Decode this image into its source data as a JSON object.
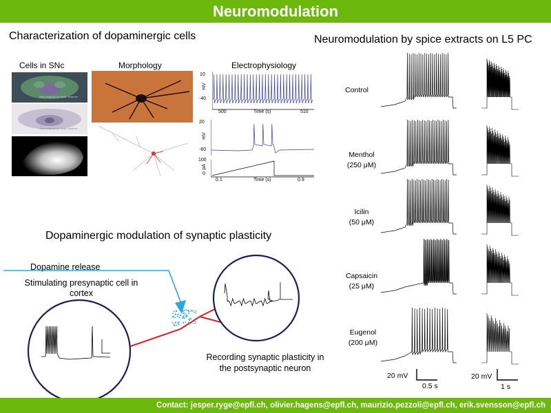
{
  "banner": {
    "title": "Neuromodulation",
    "color": "#6cb80c"
  },
  "footer": {
    "contact": "Contact: jesper.ryge@epfl.ch, olivier.hagens@epfl.ch, maurizio.pezzoli@epfl.ch, erik.svensson@epfl.ch"
  },
  "characterization": {
    "title": "Characterization of dopaminergic cells",
    "cells_label": "Cells in SNc",
    "morphology_label": "Morphology",
    "electro_label": "Electrophysiology",
    "atlas_caption": "Allen Institute for Brain Science",
    "top_trace": {
      "y_ticks": [
        "10",
        "-40"
      ],
      "y_unit": "mV",
      "x_ticks": [
        "500",
        "510"
      ],
      "x_label": "Time (s)"
    },
    "bottom_trace": {
      "y_ticks_mv": [
        "20",
        "-60"
      ],
      "y_unit_mv": "mV",
      "y_ticks_pa": [
        "100",
        "0"
      ],
      "y_unit_pa": "pA",
      "x_ticks": [
        "0.1",
        "0.9"
      ],
      "x_label": "Time (s)"
    }
  },
  "spice": {
    "title": "Neuromodulation by spice extracts on L5 PC",
    "conditions": [
      {
        "line1": "Control",
        "line2": ""
      },
      {
        "line1": "Menthol",
        "line2": "(250 μM)"
      },
      {
        "line1": "Icilin",
        "line2": "(50 μM)"
      },
      {
        "line1": "Capsaicin",
        "line2": "(25 μM)"
      },
      {
        "line1": "Eugenol",
        "line2": "(200 μM)"
      }
    ],
    "scalebar_left": {
      "v": "20 mV",
      "t": "0.5 s"
    },
    "scalebar_right": {
      "v": "20 mV",
      "t": "1 s"
    }
  },
  "plasticity": {
    "title": "Dopaminergic modulation of synaptic plasticity",
    "dopamine_release": "Dopamine release",
    "dopamine_color": "#29a9e1",
    "connector_color": "#e02020",
    "stim_line1": "Stimulating presynaptic cell in",
    "stim_line2": "cortex",
    "rec_line1": "Recording synaptic plasticity in",
    "rec_line2": "the postsynaptic neuron"
  }
}
